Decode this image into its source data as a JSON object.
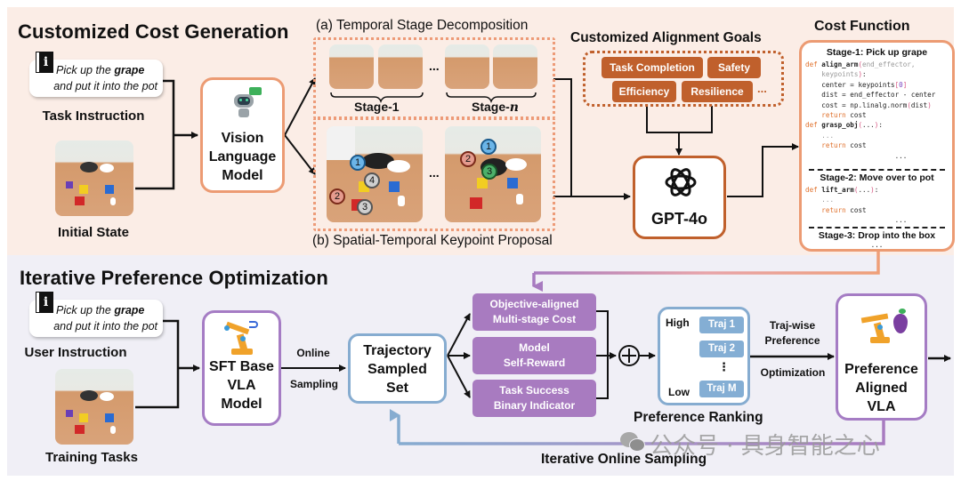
{
  "top_section": {
    "title": "Customized Cost Generation",
    "instruction": {
      "text_prefix": "Pick up the ",
      "text_bold": "grape",
      "text_line2": "and put it into the pot",
      "icon": "info-icon"
    },
    "task_instruction_label": "Task Instruction",
    "initial_state_label": "Initial State",
    "vlm": {
      "line1": "Vision",
      "line2": "Language",
      "line3": "Model",
      "icon": "robot-chat-icon"
    },
    "temporal": {
      "title": "(a) Temporal Stage Decomposition",
      "stage_1": "Stage-1",
      "stage_n_prefix": "Stage-",
      "stage_n_var": "n",
      "ellipsis": "..."
    },
    "spatial": {
      "title": "(b) Spatial-Temporal Keypoint Proposal",
      "ellipsis": "...",
      "frame1_keypoints": [
        "1",
        "2",
        "3",
        "4"
      ],
      "frame2_keypoints": [
        "1",
        "2",
        "3"
      ]
    },
    "alignment_goals": {
      "title": "Customized Alignment Goals",
      "goals": [
        "Task Completion",
        "Safety",
        "Efficiency",
        "Resilience"
      ],
      "more": "..."
    },
    "gpt": {
      "label": "GPT-4o",
      "icon": "openai-logo-icon"
    },
    "cost_function": {
      "title": "Cost Function",
      "stage1_title": "Stage-1: Pick up grape",
      "stage2_title": "Stage-2: Move over to pot",
      "stage3_title": "Stage-3: Drop into the box",
      "ellipsis": "...",
      "code1": {
        "def": "def",
        "fn1": " align_arm",
        "arg1": "end_effector,",
        "arg2": "keypoints",
        "close": "):",
        "l3": "center = keypoints",
        "l3_idx": "0",
        "l4": "dist = end_effector - center",
        "l5a": "cost = np.linalg.norm",
        "l5b": "dist",
        "ret": "return",
        "ret_val": " cost",
        "fn2": " grasp_obj",
        "fn2_args": "...",
        "dots": "..."
      },
      "code2": {
        "fn": " lift_arm",
        "args": "..."
      }
    }
  },
  "bottom_section": {
    "title": "Iterative Preference Optimization",
    "instruction": {
      "text_prefix": "Pick up the ",
      "text_bold": "grape",
      "text_line2": "and put it into the pot",
      "icon": "info-icon"
    },
    "user_instruction_label": "User Instruction",
    "training_tasks_label": "Training Tasks",
    "sft_model": {
      "line1": "SFT Base",
      "line2": "VLA",
      "line3": "Model",
      "icon": "robot-arm-icon"
    },
    "online_label": "Online",
    "sampling_label": "Sampling",
    "trajectory_set": {
      "line1": "Trajectory",
      "line2": "Sampled",
      "line3": "Set"
    },
    "rewards": [
      {
        "line1": "Objective-aligned",
        "line2": "Multi-stage Cost"
      },
      {
        "line1": "Model",
        "line2": "Self-Reward"
      },
      {
        "line1": "Task Success",
        "line2": "Binary Indicator"
      }
    ],
    "plus_symbol": "+",
    "ranking": {
      "high": "High",
      "low": "Low",
      "trajs": [
        "Traj 1",
        "Traj 2",
        "Traj M"
      ],
      "vdots": "⋮",
      "title": "Preference Ranking"
    },
    "traj_wise_line1": "Traj-wise",
    "traj_wise_line2": "Preference",
    "optimization_label": "Optimization",
    "aligned_vla": {
      "line1": "Preference",
      "line2": "Aligned",
      "line3": "VLA",
      "icon": "robot-arm-grape-icon"
    },
    "iterative_label": "Iterative Online Sampling"
  },
  "watermark": {
    "text": "公众号 · 具身智能之心",
    "icon": "wechat-icon"
  },
  "colors": {
    "top_bg": "#fbede6",
    "bottom_bg": "#f0eff6",
    "orange_border": "#ec9b73",
    "dark_orange": "#c0602c",
    "purple": "#a87bc0",
    "blue": "#86acd0"
  }
}
